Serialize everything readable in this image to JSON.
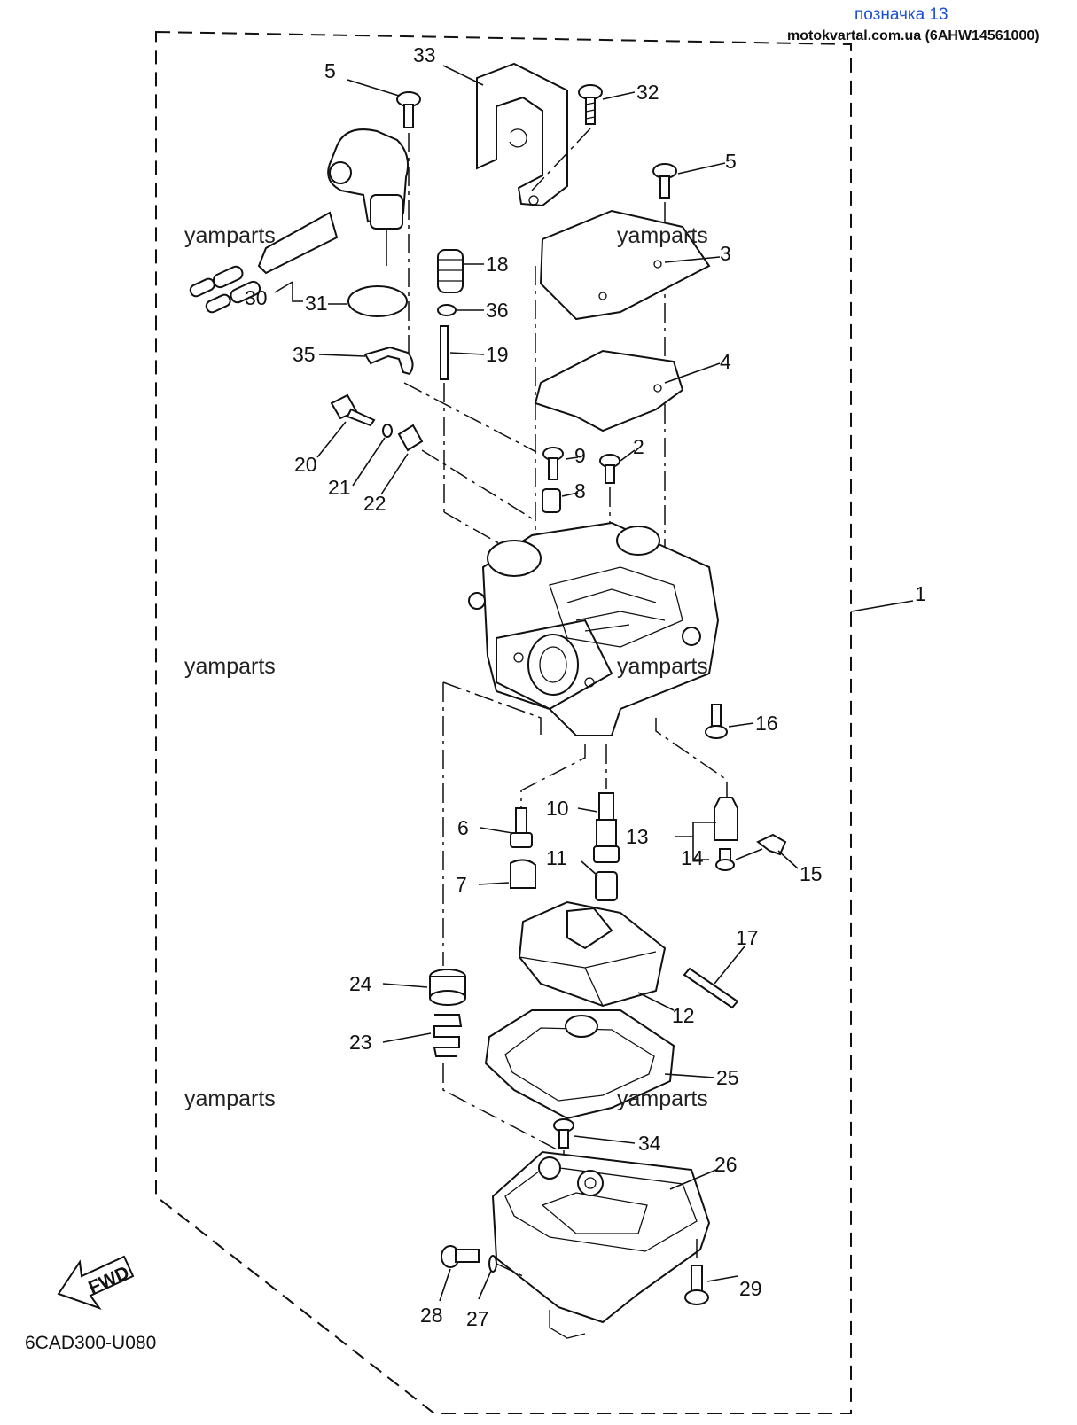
{
  "header": {
    "title": "позначка 13",
    "source": "motokvartal.com.ua (6AHW14561000)"
  },
  "diagram_code": "6CAD300-U080",
  "fwd_label": "FWD",
  "watermark": "yamparts",
  "callouts": [
    "1",
    "2",
    "3",
    "4",
    "5",
    "5",
    "6",
    "7",
    "8",
    "9",
    "10",
    "11",
    "12",
    "13",
    "14",
    "15",
    "16",
    "17",
    "18",
    "19",
    "20",
    "21",
    "22",
    "23",
    "24",
    "25",
    "26",
    "27",
    "28",
    "29",
    "30",
    "31",
    "32",
    "33",
    "34",
    "35",
    "36"
  ]
}
